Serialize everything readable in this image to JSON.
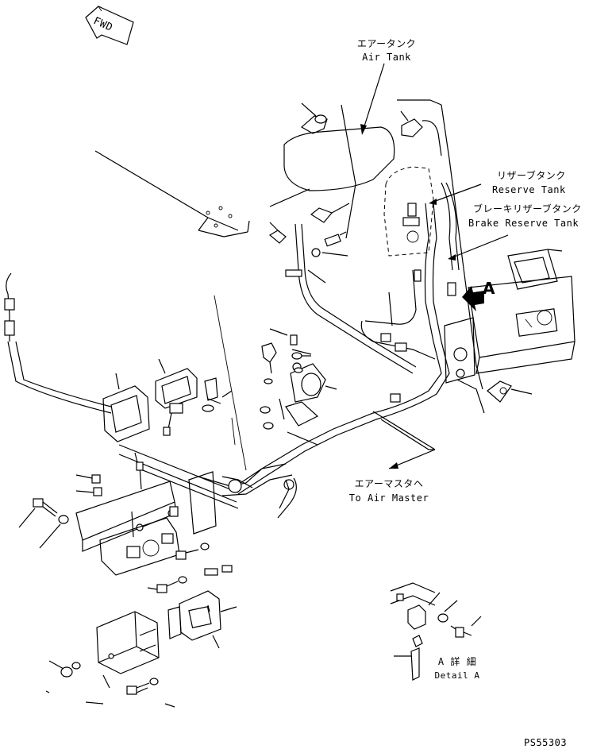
{
  "labels": {
    "fwd": "FWD",
    "air_tank_jp": "エアータンク",
    "air_tank_en": "Air Tank",
    "reserve_tank_jp": "リザーブタンク",
    "reserve_tank_en": "Reserve Tank",
    "brake_reserve_tank_jp": "ブレーキリザーブタンク",
    "brake_reserve_tank_en": "Brake Reserve Tank",
    "view_a": "A",
    "to_air_master_jp": "エアーマスタヘ",
    "to_air_master_en": "To Air Master",
    "detail_a_jp": "A  詳  細",
    "detail_a_en": "Detail A",
    "drawing_number": "PS55303"
  }
}
